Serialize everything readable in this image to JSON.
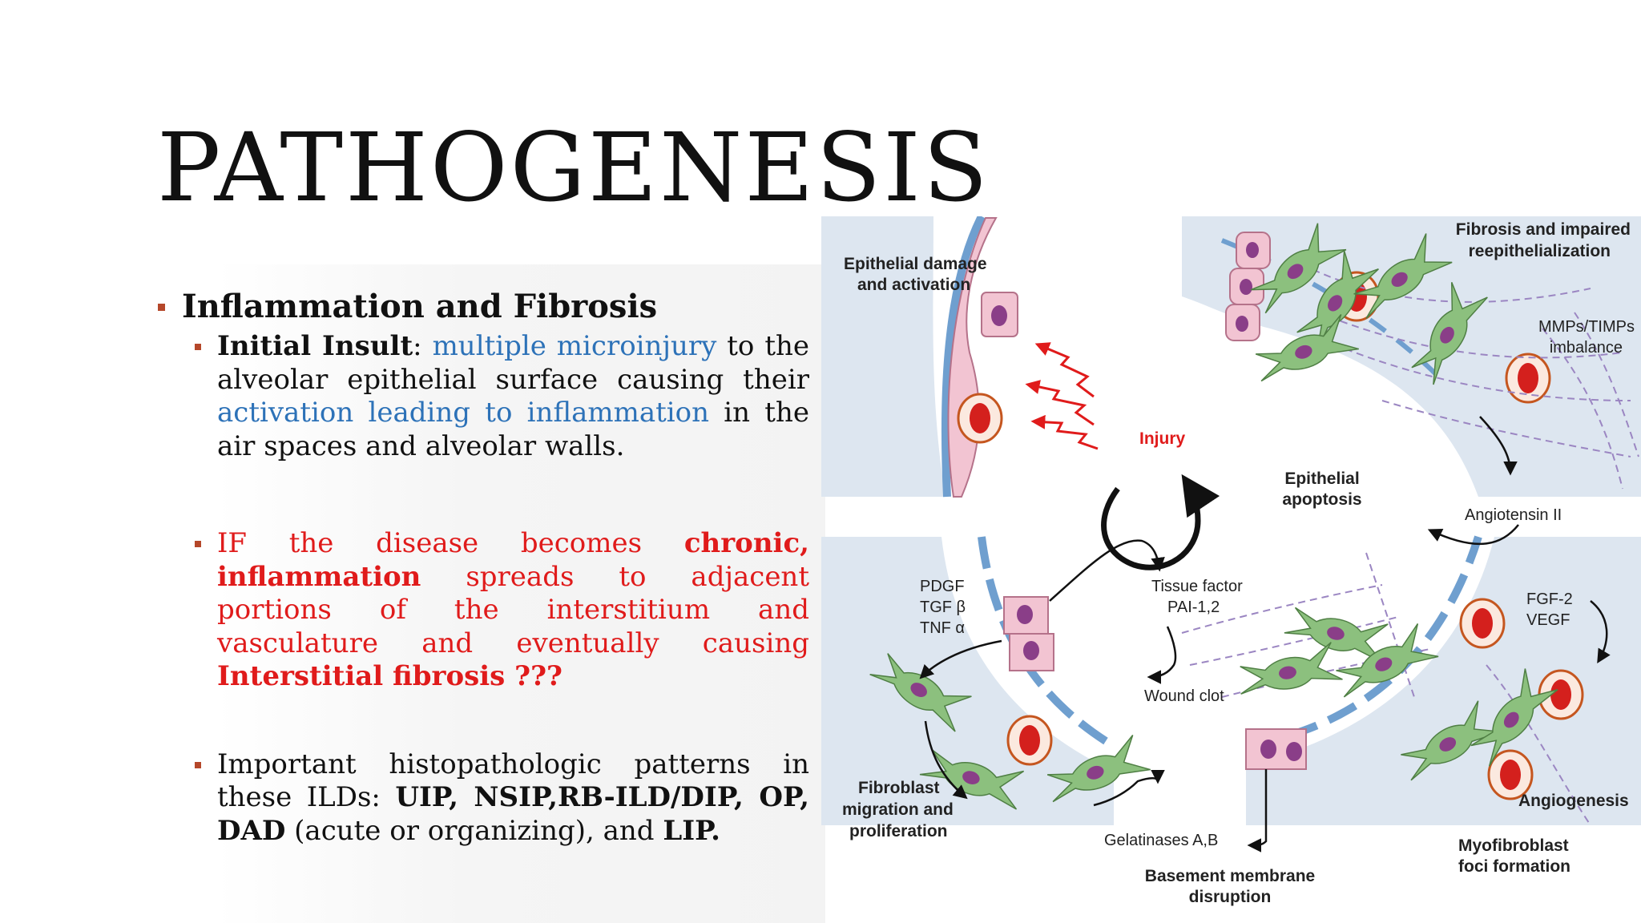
{
  "slide": {
    "title": "PATHOGENESIS",
    "bullet_colors": {
      "marker": "#b5472a",
      "highlight_blue": "#2d72b8",
      "highlight_red": "#e01b1b"
    },
    "heading": "Inflammation and Fibrosis",
    "bullet1": {
      "label": "Initial Insult",
      "sep": ": ",
      "blue1": "multiple microinjury",
      "t1": " to the alveolar epithelial surface causing their ",
      "blue2": "activation leading to inflammation",
      "t2": " in the air spaces and alveolar walls."
    },
    "bullet2": {
      "t1": "IF the disease becomes ",
      "b1": "chronic, inflammation",
      "t2": " spreads to adjacent portions of the interstitium and vasculature and eventually causing ",
      "b2": "Interstitial fibrosis ???"
    },
    "bullet3": {
      "t1": "Important histopathologic patterns in these ILDs:  ",
      "b1": "UIP, NSIP,RB-ILD/DIP, OP, DAD",
      "t2": " (acute or organizing), and ",
      "b2": "LIP."
    }
  },
  "figure": {
    "epithelial_damage": [
      "Epithelial damage",
      "and activation"
    ],
    "injury": "Injury",
    "fibrosis_reepi": [
      "Fibrosis and impaired",
      "reepithelialization"
    ],
    "mmps": [
      "MMPs/TIMPs",
      "imbalance"
    ],
    "epithelial_apoptosis": [
      "Epithelial",
      "apoptosis"
    ],
    "angiotensin": "Angiotensin II",
    "growth_factors": [
      "PDGF",
      "TGF β",
      "TNF α"
    ],
    "tissue_factor": [
      "Tissue factor",
      "PAI-1,2"
    ],
    "wound_clot": "Wound clot",
    "fgf": [
      "FGF-2",
      "VEGF"
    ],
    "fibroblast": [
      "Fibroblast",
      "migration and",
      "proliferation"
    ],
    "gelatinases": "Gelatinases A,B",
    "basement": [
      "Basement membrane",
      "disruption"
    ],
    "angiogenesis": "Angiogenesis",
    "myofibroblast": [
      "Myofibroblast",
      "foci formation"
    ],
    "colors": {
      "tissue": "#dde6f0",
      "membrane": "#6f9fcf",
      "fibroblast": "#8cc07e",
      "nucleus": "#8a3e88",
      "epithelial_cell": "#f2c4d2",
      "rbc": "#d4201d",
      "arrow_red": "#e01b1b"
    }
  }
}
